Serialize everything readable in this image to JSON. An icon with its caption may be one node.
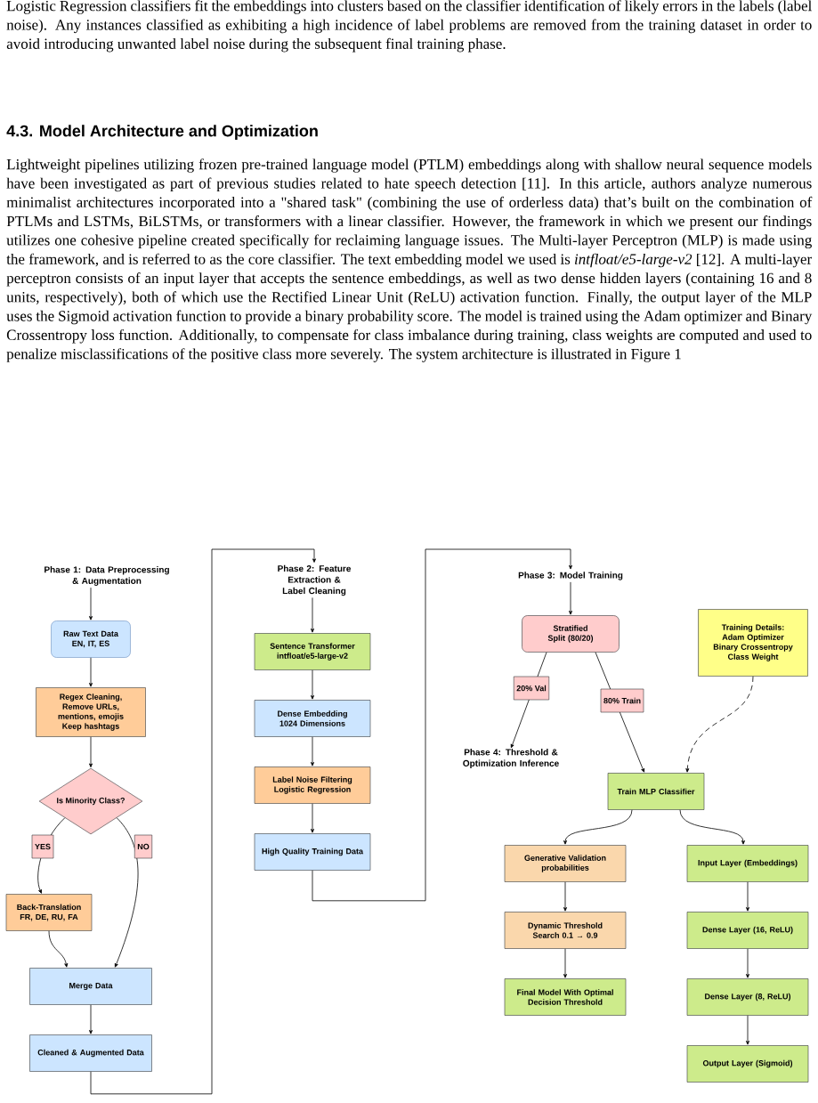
{
  "diagram": {
    "nodes": [
      {
        "text": [
          "Phase 1: Data Preprocessing & Augmentation"
        ]
      },
      {
        "text": [
          "Raw Text Data EN, IT, ES"
        ]
      },
      {
        "text": [
          "Regex Cleaning, Remove URLs, mentions, emojis Keep hashtags"
        ]
      },
      {
        "text": [
          "Is Minority Class?"
        ]
      },
      {
        "text": [
          "Back-Translation FR, DE, RU, FA"
        ]
      },
      {
        "text": [
          "Merge Data"
        ]
      },
      {
        "text": [
          "Cleaned & Augmented Data"
        ]
      },
      {
        "text": [
          "Phase 2: Feature Extraction & Label Cleaning"
        ]
      },
      {
        "text": [
          "Sentence Transformer intfloat/e5-large-v2"
        ]
      },
      {
        "text": [
          "Dense Embedding 1024 Dimensions"
        ]
      },
      {
        "text": [
          "Label Noise Filtering Logistic Regression"
        ]
      },
      {
        "text": [
          "High Quality Training Data"
        ]
      },
      {
        "text": [
          "Phase 3: Model Training"
        ]
      },
      {
        "text": [
          "Stratified Split (80/20)"
        ]
      },
      {
        "text": [
          "Phase 4: Threshold & Optimization Inference"
        ]
      },
      {
        "text": [
          "Training Details: Adam Optimizer Binary Crossentropy Class Weight"
        ]
      },
      {
        "text": [
          "Train MLP Classifier"
        ]
      },
      {
        "text": [
          "Generative Validation probabilities"
        ]
      },
      {
        "text": [
          "Dynamic Threshold Search 0.1 → 0.9"
        ]
      },
      {
        "text": [
          "Final Model With Optimal Decision Threshold"
        ]
      },
      {
        "text": [
          "Input Layer (Embeddings)"
        ]
      },
      {
        "text": [
          "Dense Layer (16, ReLU)"
        ]
      },
      {
        "text": [
          "Dense Layer (8, ReLU)"
        ]
      },
      {
        "text": [
          "Output Layer (Sigmoid)"
        ]
      }
    ],
    "edges": [
      {
        "from": 0,
        "to": 1,
        "arrow": "to"
      },
      {
        "from": 1,
        "to": 2,
        "arrow": "to"
      },
      {
        "from": 2,
        "to": 3,
        "arrow": "to"
      },
      {
        "from": 3,
        "to": 4,
        "arrow": "to",
        "label": "YES"
      },
      {
        "from": 3,
        "to": 5,
        "arrow": "to",
        "label": "NO"
      },
      {
        "from": 4,
        "to": 5,
        "arrow": "to"
      },
      {
        "from": 5,
        "to": 6,
        "arrow": "to"
      },
      {
        "from": 6,
        "to": 7,
        "arrow": "to"
      },
      {
        "from": 7,
        "to": 8,
        "arrow": "to"
      },
      {
        "from": 8,
        "to": 9,
        "arrow": "to"
      },
      {
        "from": 9,
        "to": 10,
        "arrow": "to"
      },
      {
        "from": 10,
        "to": 11,
        "arrow": "to"
      },
      {
        "from": 11,
        "to": 12,
        "arrow": "to"
      },
      {
        "from": 12,
        "to": 13,
        "arrow": "to"
      },
      {
        "from": 13,
        "to": 14,
        "arrow": "to",
        "label": "20% Val"
      },
      {
        "from": 13,
        "to": 16,
        "arrow": "to",
        "label": "80% Train"
      },
      {
        "from": 15,
        "to": 16,
        "arrow": "to",
        "style": "dashed"
      },
      {
        "from": 16,
        "to": 17,
        "arrow": "to"
      },
      {
        "from": 16,
        "to": 20,
        "arrow": "to"
      },
      {
        "from": 17,
        "to": 18,
        "arrow": "to"
      },
      {
        "from": 18,
        "to": 19,
        "arrow": "to"
      },
      {
        "from": 20,
        "to": 21,
        "arrow": "to"
      },
      {
        "from": 21,
        "to": 22,
        "arrow": "to"
      },
      {
        "from": 22,
        "to": 23,
        "arrow": "to"
      }
    ],
    "labels": [
      "Logistic Regression classifiers fit the embeddings into clusters based on the classifier identification of likely errors in the labels (label noise). Any instances classified as exhibiting a high incidence of label problems are removed from the training dataset in order to avoid introducing unwanted label noise during the subsequent final training phase.",
      "4.3. Model Architecture and Optimization",
      "Lightweight pipelines utilizing frozen pre-trained language model (PTLM) embeddings along with shallow neural sequence models have been investigated as part of previous studies related to hate speech detection [11]. In this article, authors analyze numerous minimalist architectures incorporated into a \"shared task\" (combining the use of orderless data) that’s built on the combination of PTLMs and LSTMs, BiLSTMs, or transformers with a linear classifier. However, the framework in which we present our findings utilizes one cohesive pipeline created specifically for reclaiming language issues. The Multi-layer Perceptron (MLP) is made using the framework, and is referred to as the core classifier. The text embedding model we used is *intfloat/e5-large-v2* [12]. A multi-layer perceptron consists of an input layer that accepts the sentence embeddings, as well as two dense hidden layers (containing 16 and 8 units, respectively), both of which use the Rectified Linear Unit (ReLU) activation function. Finally, the output layer of the MLP uses the Sigmoid activation function to provide a binary probability score. The model is trained using the Adam optimizer and Binary Crossentropy loss function. Additionally, to compensate for class imbalance during training, class weights are computed and used to penalize misclassifications of the positive class more severely. The system architecture is illustrated in Figure 1"
    ]
  }
}
